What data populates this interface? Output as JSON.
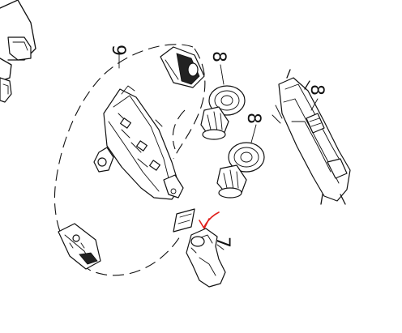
{
  "callouts": {
    "assembly_group": "9",
    "roller_top": "8",
    "roller_bottom": "8",
    "rail_frame": "8",
    "lever_part": "7"
  },
  "colors": {
    "line": "#111111",
    "background": "#ffffff",
    "highlight_arrow": "#e0201c"
  },
  "icons": {
    "highlight": "red-arrow-icon"
  }
}
